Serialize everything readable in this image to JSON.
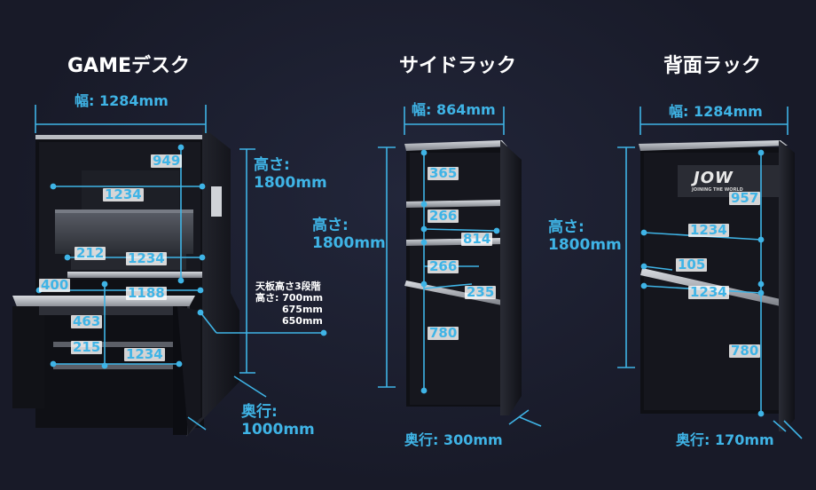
{
  "titles": {
    "game_desk": "GAMEデスク",
    "side_rack": "サイドラック",
    "back_rack": "背面ラック"
  },
  "game_desk": {
    "width": "幅: 1284mm",
    "height": "高さ:\n1800mm",
    "depth": "奥行:\n1000mm",
    "tabletop_note": {
      "line1": "天板高さ3段階",
      "line2": "高さ: 700mm",
      "line3": "675mm",
      "line4": "650mm"
    },
    "inner": {
      "h1": "949",
      "w1": "1234",
      "w2": "212",
      "w3": "1234",
      "w4": "400",
      "w5": "1188",
      "h2": "463",
      "h3": "215",
      "w6": "1234"
    }
  },
  "side_rack": {
    "width": "幅: 864mm",
    "height": "高さ:\n1800mm",
    "depth": "奥行: 300mm",
    "inner": {
      "a": "365",
      "b": "266",
      "c": "814",
      "d": "266",
      "e": "235",
      "f": "780"
    }
  },
  "back_rack": {
    "width": "幅: 1284mm",
    "height": "高さ:\n1800mm",
    "depth": "奥行: 170mm",
    "logo": "JOW",
    "logo_sub": "JOINING THE WORLD",
    "inner": {
      "a": "957",
      "b": "1234",
      "c": "105",
      "d": "1234",
      "e": "780"
    }
  },
  "colors": {
    "accent": "#3fb4e6",
    "background": "#1b1e2e",
    "panel": "#15161d"
  }
}
